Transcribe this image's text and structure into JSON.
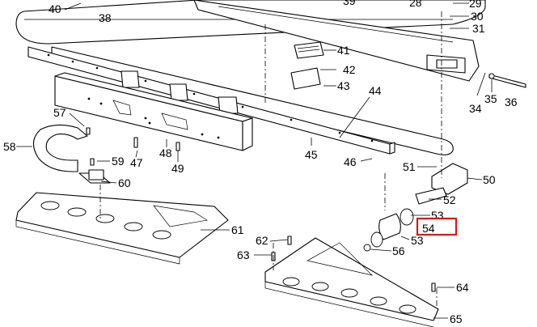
{
  "highlight_color": "#d41a1a",
  "highlight_label": "54",
  "labels": [
    "40",
    "38",
    "39",
    "28",
    "29",
    "30",
    "31",
    "41",
    "42",
    "43",
    "44",
    "34",
    "35",
    "36",
    "57",
    "58",
    "59",
    "47",
    "48",
    "49",
    "45",
    "46",
    "51",
    "50",
    "52",
    "53",
    "54",
    "60",
    "53",
    "56",
    "61",
    "62",
    "63",
    "64",
    "65"
  ]
}
